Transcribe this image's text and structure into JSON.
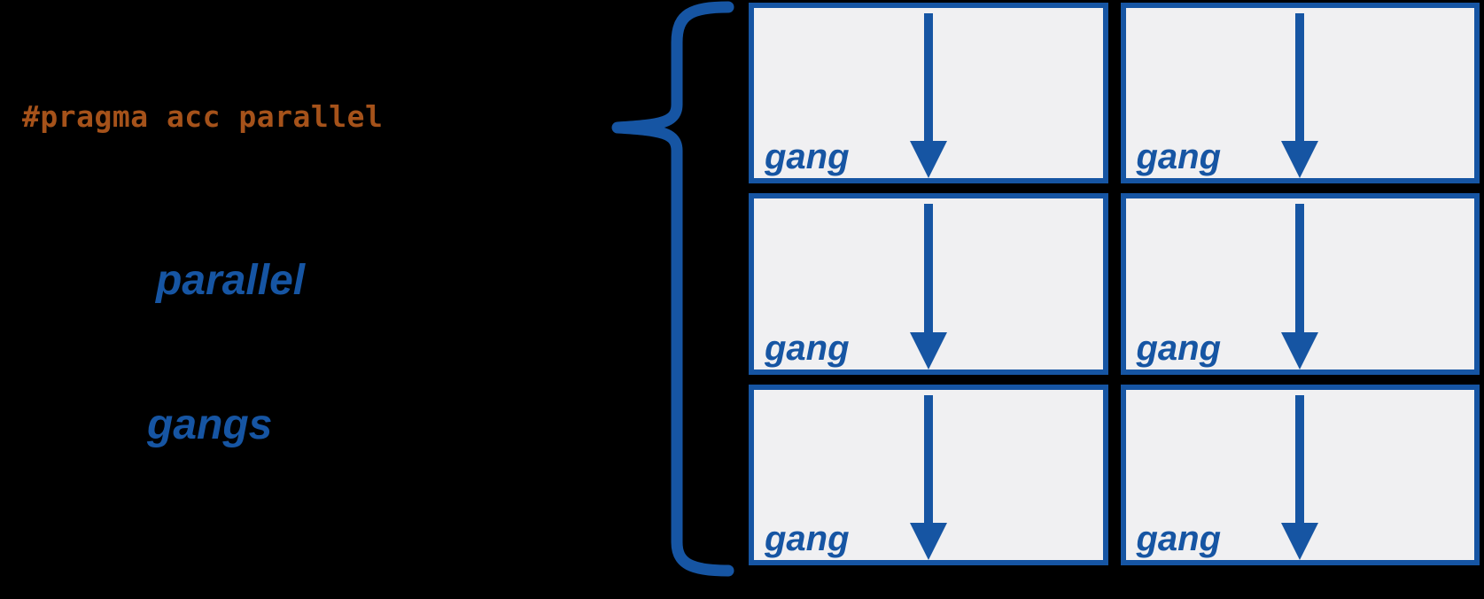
{
  "colors": {
    "background": "#000000",
    "blue": "#1655A3",
    "orange": "#A5521A",
    "box_fill": "#F0F0F2"
  },
  "code_annotation": {
    "text": "#pragma acc parallel"
  },
  "left_labels": {
    "parallel": "parallel",
    "gangs": "gangs"
  },
  "gang_grid": {
    "rows": 3,
    "columns": 2,
    "boxes": [
      {
        "label": "gang"
      },
      {
        "label": "gang"
      },
      {
        "label": "gang"
      },
      {
        "label": "gang"
      },
      {
        "label": "gang"
      },
      {
        "label": "gang"
      }
    ]
  }
}
